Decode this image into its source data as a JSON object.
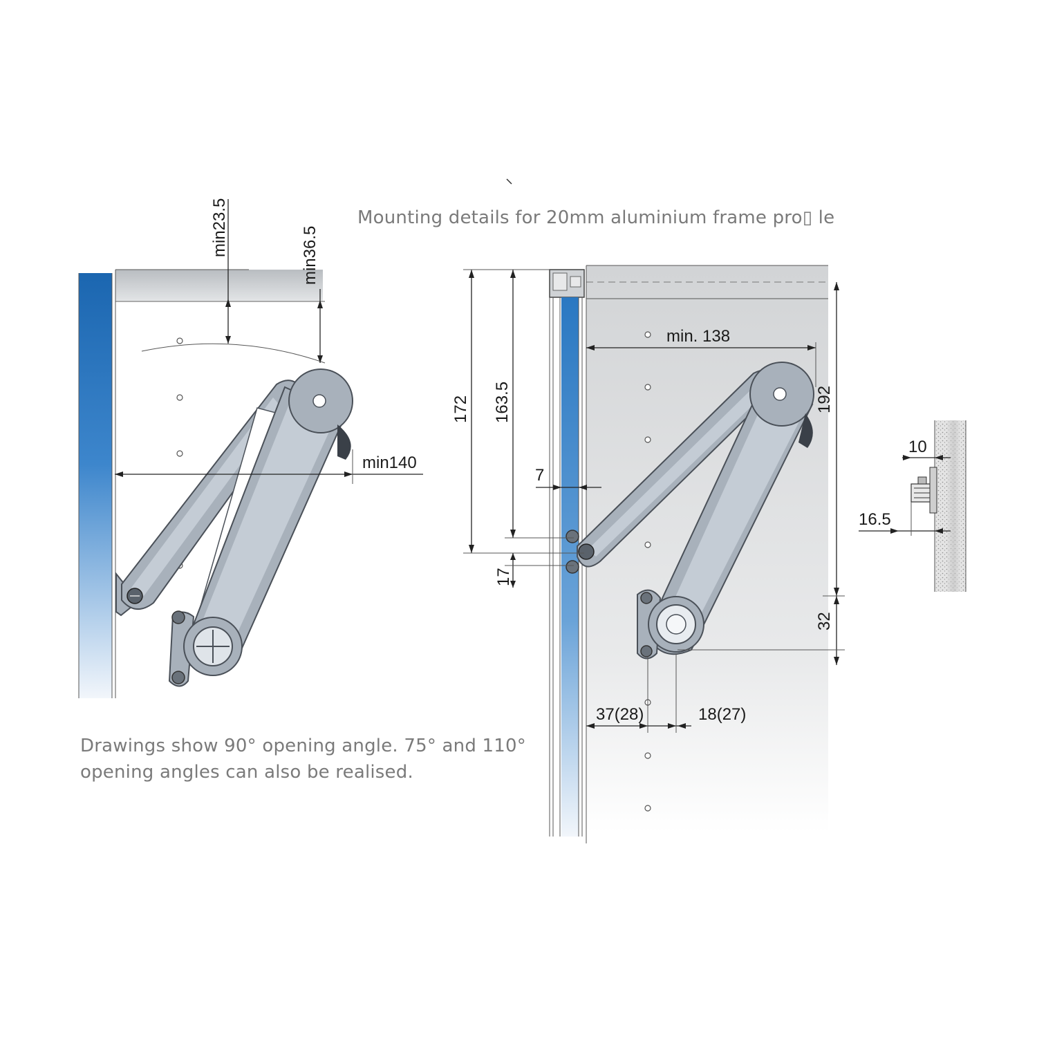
{
  "title": "Mounting details for 20mm aluminium frame pro▯ le",
  "note": "Drawings show 90° opening angle. 75° and 110° opening angles can also be realised.",
  "dimensions": {
    "min23_5": "min23.5",
    "min36_5": "min36.5",
    "min140": "min140",
    "min138": "min. 138",
    "d172": "172",
    "d163_5": "163.5",
    "d7": "7",
    "d17": "17",
    "d192": "192",
    "d32": "32",
    "d37_28": "37(28)",
    "d18_27": "18(27)",
    "d10": "10",
    "d16_5": "16.5"
  },
  "colors": {
    "door_panel_top": "#1f6fb8",
    "door_panel_bottom": "#eef3fa",
    "arm_fill": "#a8b1bb",
    "cabinet_gray": "#d8dadc",
    "text_gray": "#7a7a7a"
  }
}
